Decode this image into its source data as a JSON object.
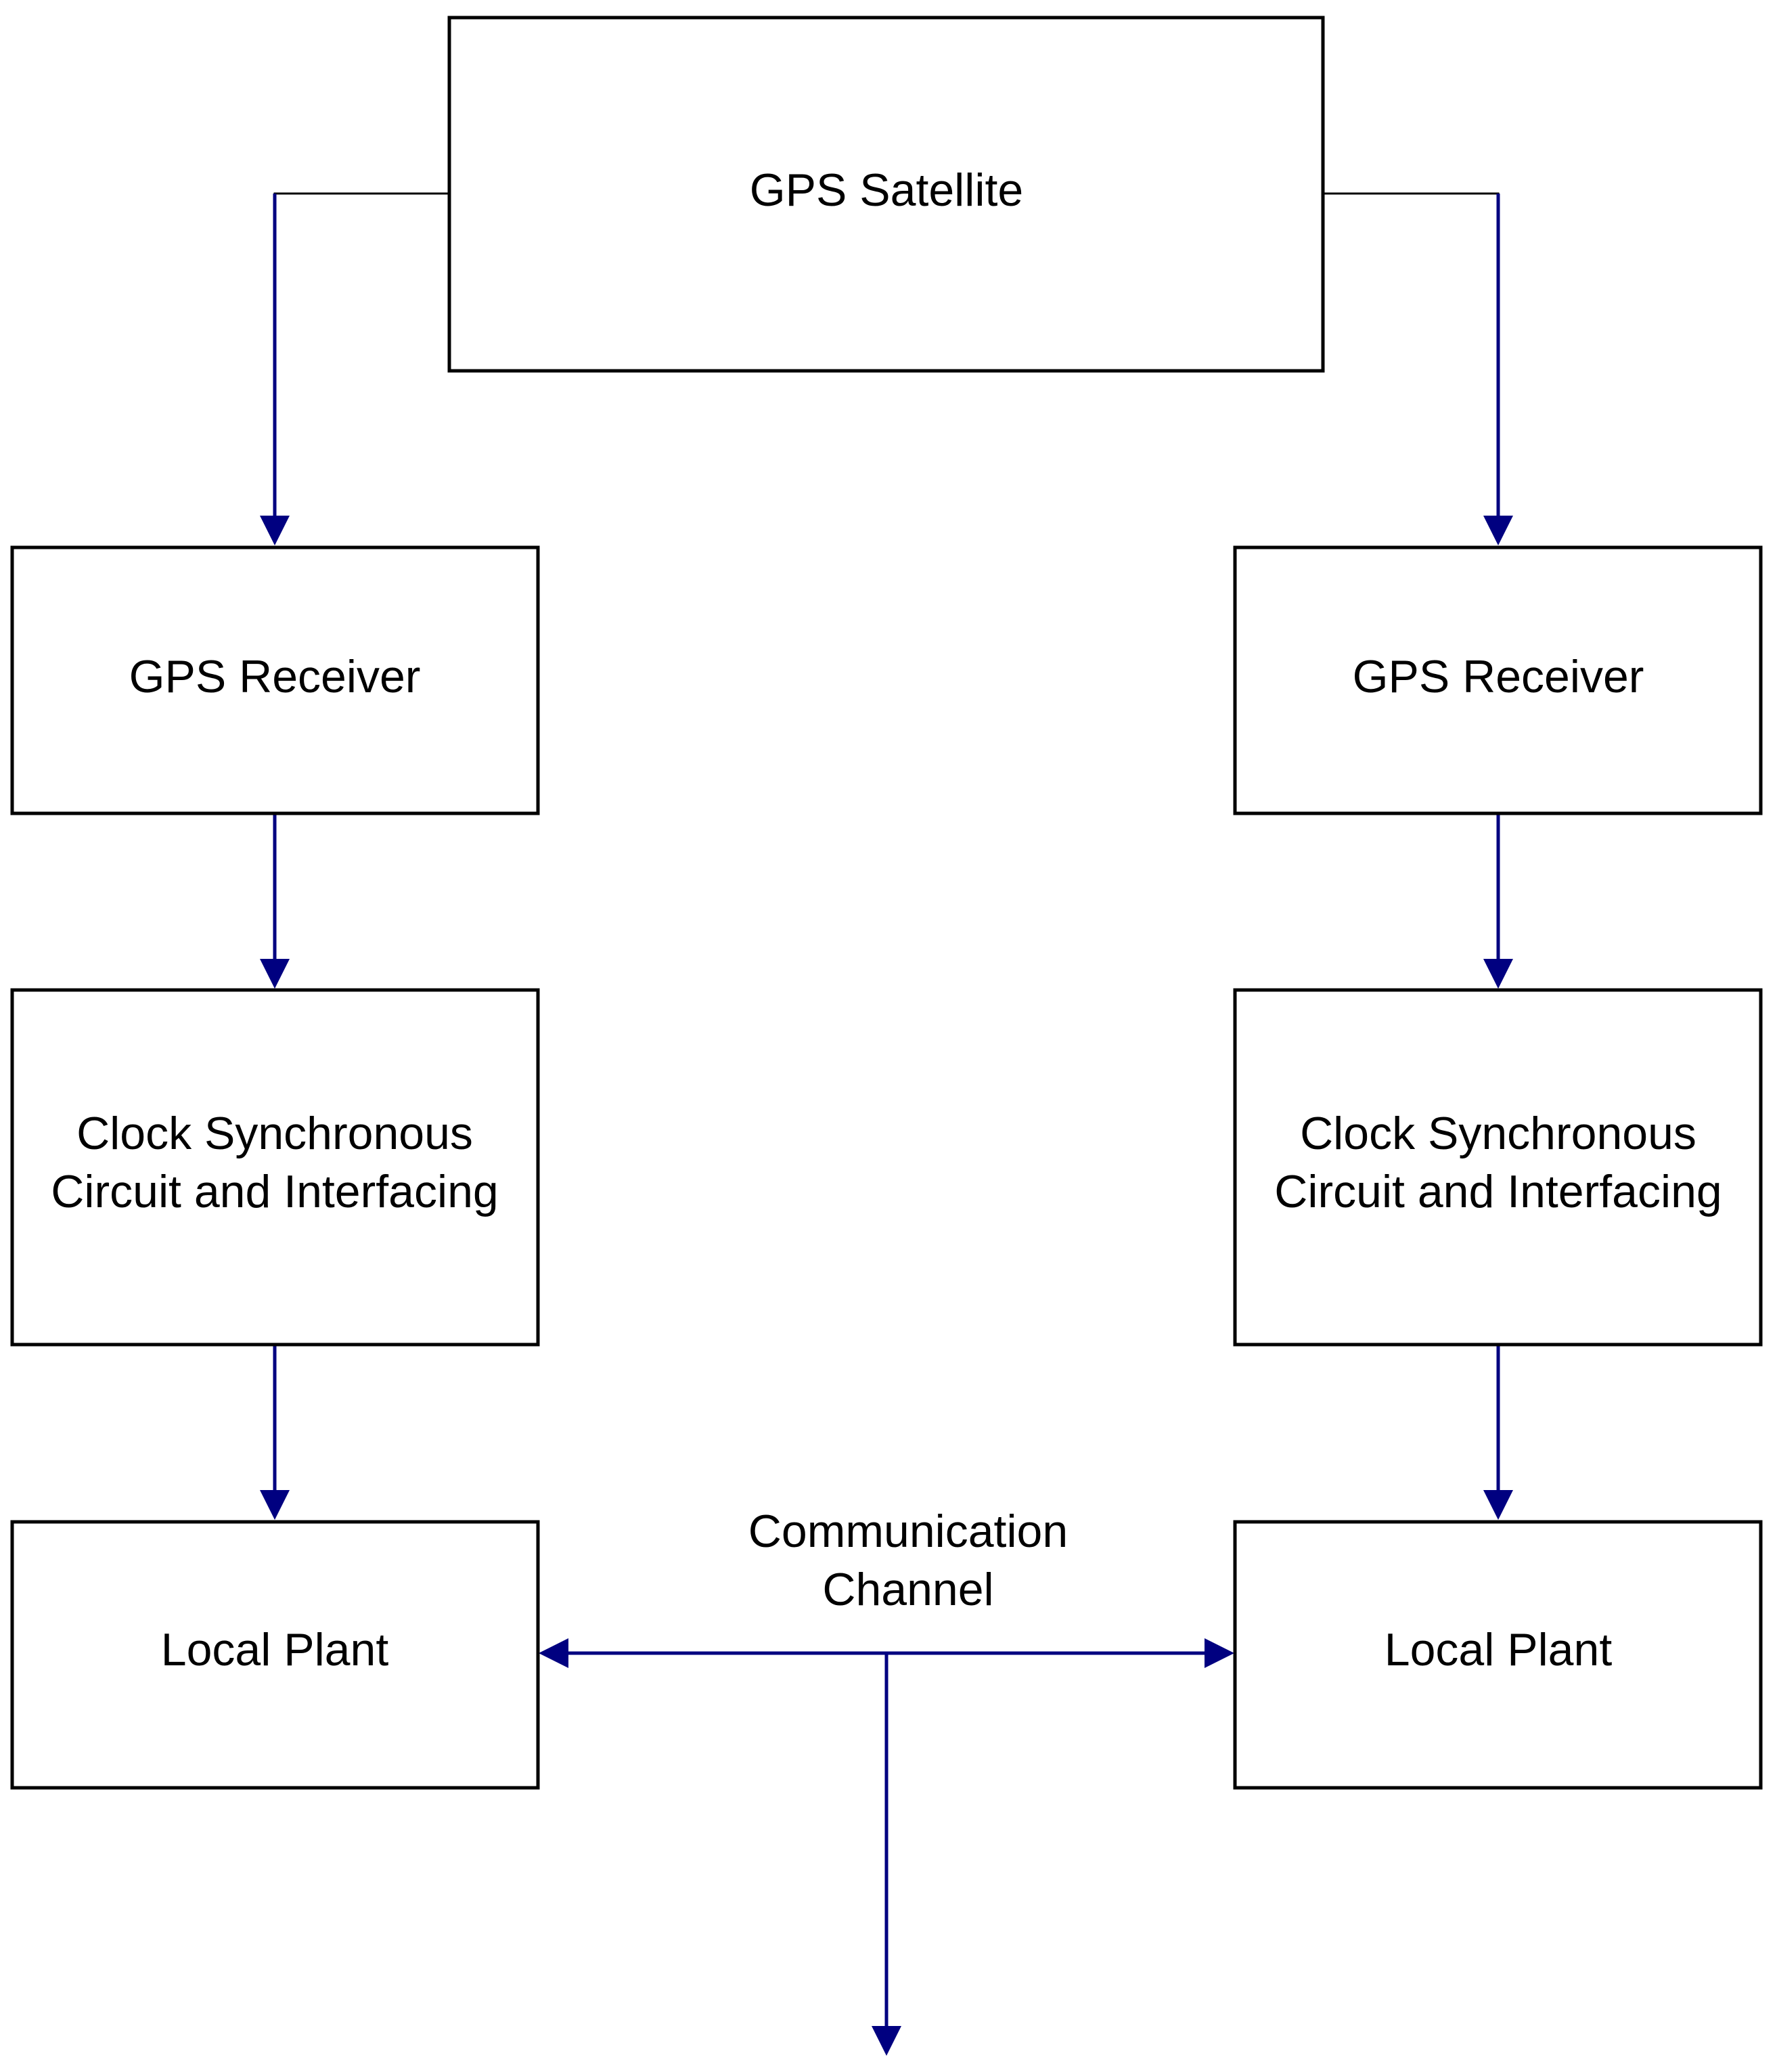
{
  "colors": {
    "box_stroke": "#000000",
    "arrow": "#000080",
    "background": "#ffffff"
  },
  "nodes": {
    "gps_satellite": "GPS Satellite",
    "left_receiver": "GPS Receiver",
    "right_receiver": "GPS Receiver",
    "left_clock": [
      "Clock Synchronous",
      "Circuit and Interfacing"
    ],
    "right_clock": [
      "Clock Synchronous",
      "Circuit and Interfacing"
    ],
    "left_plant": "Local Plant",
    "right_plant": "Local Plant"
  },
  "channel_label": [
    "Communication",
    "Channel"
  ],
  "edges": [
    {
      "from": "GPS Satellite",
      "to": "GPS Receiver (left)"
    },
    {
      "from": "GPS Satellite",
      "to": "GPS Receiver (right)"
    },
    {
      "from": "GPS Receiver (left)",
      "to": "Clock Synchronous Circuit and Interfacing (left)"
    },
    {
      "from": "GPS Receiver (right)",
      "to": "Clock Synchronous Circuit and Interfacing (right)"
    },
    {
      "from": "Clock Synchronous Circuit and Interfacing (left)",
      "to": "Local Plant (left)"
    },
    {
      "from": "Clock Synchronous Circuit and Interfacing (right)",
      "to": "Local Plant (right)"
    },
    {
      "from": "Communication Channel",
      "to": "Local Plant (left)"
    },
    {
      "from": "Communication Channel",
      "to": "Local Plant (right)"
    }
  ]
}
